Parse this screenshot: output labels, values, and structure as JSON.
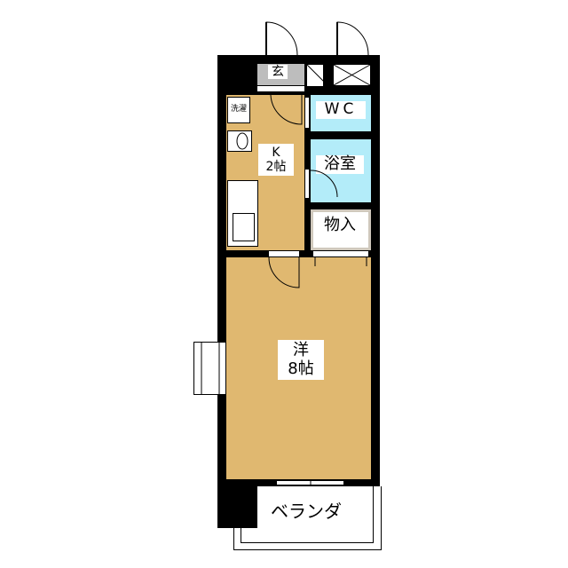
{
  "rooms": {
    "genkan": "玄",
    "laundry": "洗濯",
    "kitchen_type": "K",
    "kitchen_size": "2帖",
    "wc": "WC",
    "bath": "浴室",
    "storage": "物入",
    "western_type": "洋",
    "western_size": "8帖",
    "balcony": "ベランダ"
  },
  "colors": {
    "floor": "#e0b870",
    "wet": "#b3ecf9",
    "wall": "#000000",
    "genkan": "#bdbdbd"
  }
}
